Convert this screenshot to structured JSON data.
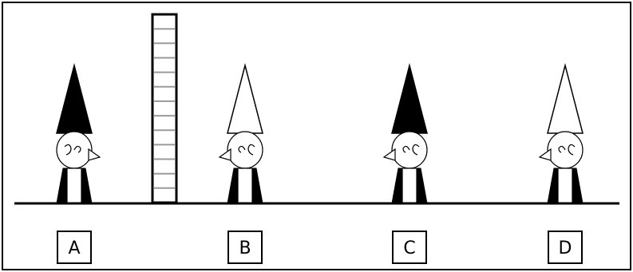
{
  "figures": [
    {
      "label": "A",
      "hat": "black",
      "facing": "right"
    },
    {
      "label": "B",
      "hat": "white",
      "facing": "left"
    },
    {
      "label": "C",
      "hat": "black",
      "facing": "left"
    },
    {
      "label": "D",
      "hat": "white",
      "facing": "left"
    }
  ],
  "colors": {
    "ink": "#000000",
    "paper": "#ffffff",
    "ladder_rung": "#9a9a9a"
  }
}
